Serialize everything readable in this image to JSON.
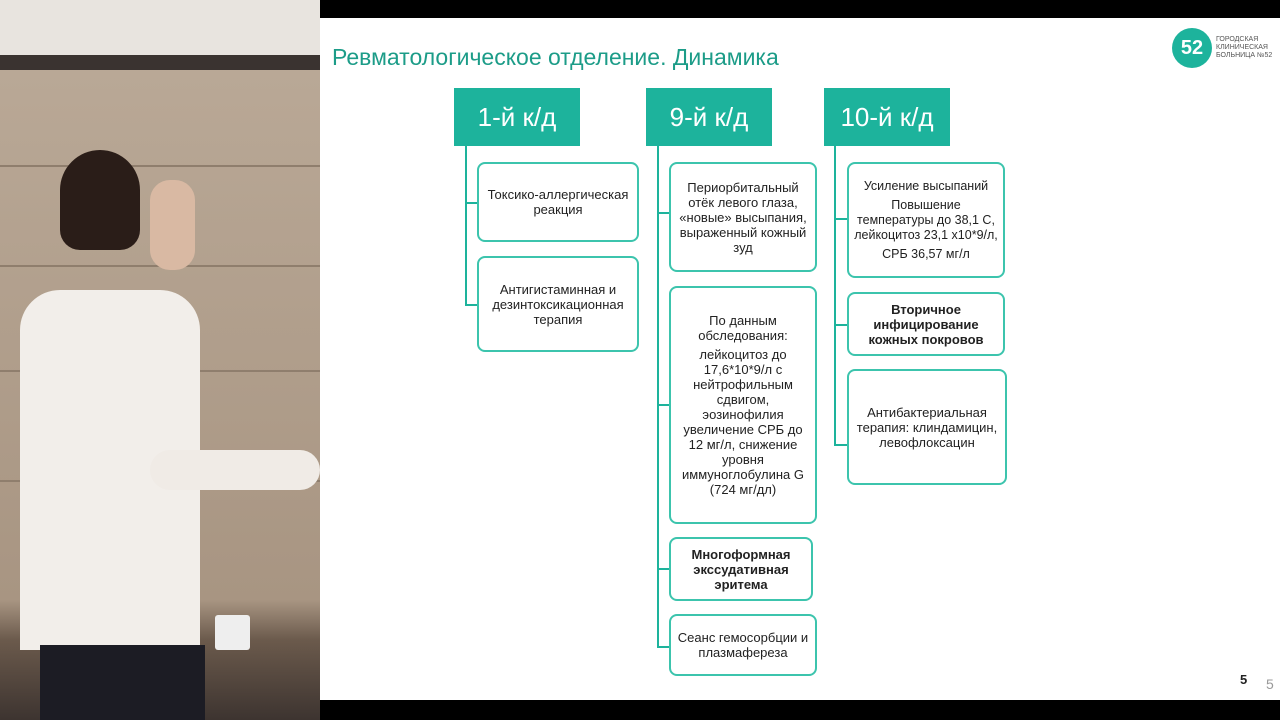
{
  "slide": {
    "title": "Ревматологическое отделение. Динамика",
    "logo": {
      "number": "52",
      "text": "ГОРОДСКАЯ КЛИНИЧЕСКАЯ БОЛЬНИЦА №52"
    },
    "page_number": "5",
    "page_number_overlay": "5",
    "columns": [
      {
        "header": "1-й к/д",
        "boxes": [
          {
            "lines": [
              "Токсико-аллергическая реакция"
            ],
            "bold": false
          },
          {
            "lines": [
              "Антигистаминная и дезинтоксикационная терапия"
            ],
            "bold": false
          }
        ]
      },
      {
        "header": "9-й к/д",
        "boxes": [
          {
            "lines": [
              "Периорбитальный отёк левого глаза, «новые» высыпания, выраженный кожный зуд"
            ],
            "bold": false
          },
          {
            "lines": [
              "По данным обследования:",
              "лейкоцитоз до 17,6*10*9/л с нейтрофильным сдвигом, эозинофилия увеличение СРБ до 12 мг/л, снижение уровня иммуноглобулина G (724 мг/дл)"
            ],
            "bold": false
          },
          {
            "lines": [
              "Многоформная экссудативная эритема"
            ],
            "bold": true
          },
          {
            "lines": [
              "Сеанс гемосорбции и плазмафереза"
            ],
            "bold": false
          }
        ]
      },
      {
        "header": "10-й к/д",
        "boxes": [
          {
            "lines": [
              "Усиление высыпаний",
              "Повышение температуры до 38,1 С, лейкоцитоз 23,1 x10*9/л,",
              "СРБ 36,57 мг/л"
            ],
            "bold": false
          },
          {
            "lines": [
              "Вторичное инфицирование кожных покровов"
            ],
            "bold": true
          },
          {
            "lines": [
              "Антибактериальная терапия: клиндамицин, левофлоксацин"
            ],
            "bold": false
          }
        ]
      }
    ]
  },
  "colors": {
    "accent": "#1db39c",
    "title": "#1c9c88"
  }
}
